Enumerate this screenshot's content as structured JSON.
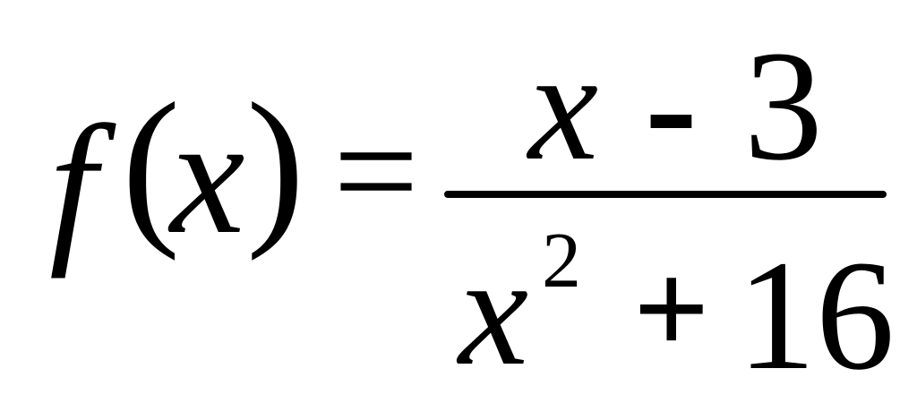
{
  "formula": {
    "function_name": "f",
    "open_paren": "(",
    "variable": "x",
    "close_paren": ")",
    "equals": "=",
    "numerator": {
      "variable": "x",
      "operator": "-",
      "constant": "3"
    },
    "denominator": {
      "variable": "x",
      "exponent": "2",
      "operator": "+",
      "constant": "16"
    }
  }
}
